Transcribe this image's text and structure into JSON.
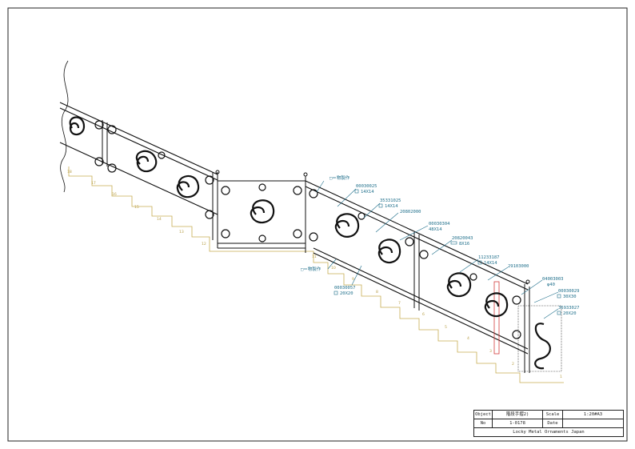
{
  "drawing": {
    "callouts": [
      {
        "id": "c1",
        "code": "□＝物製作",
        "size": ""
      },
      {
        "id": "c2",
        "code": "00030025",
        "size": "14X14"
      },
      {
        "id": "c3",
        "code": "35331025",
        "size": "14X14"
      },
      {
        "id": "c4",
        "code": "20802000",
        "size": ""
      },
      {
        "id": "c5",
        "code": "00030304",
        "size": "48X14"
      },
      {
        "id": "c6",
        "code": "20820043",
        "size": "8X16"
      },
      {
        "id": "c7",
        "code": "11233187",
        "size": "14X14"
      },
      {
        "id": "c8",
        "code": "29103000",
        "size": ""
      },
      {
        "id": "c9",
        "code": "04003003",
        "size": "φ40"
      },
      {
        "id": "c10",
        "code": "00030029",
        "size": "30X30"
      },
      {
        "id": "c11",
        "code": "36933027",
        "size": "20X20"
      },
      {
        "id": "c12",
        "code": "00030057",
        "size": "20X20"
      },
      {
        "id": "c13",
        "code": "□＝物製作",
        "size": ""
      }
    ],
    "steps_upper": [
      "18",
      "17",
      "16",
      "15",
      "14",
      "13",
      "12"
    ],
    "steps_lower": [
      "11",
      "10",
      "9",
      "8",
      "7",
      "6",
      "5",
      "4",
      "3",
      "2",
      "1"
    ]
  },
  "title_block": {
    "object_label": "Object",
    "object_value": "階段手摺2)",
    "scale_label": "Scale",
    "scale_value": "1:20#A3",
    "no_label": "No",
    "no_value": "1-0178",
    "date_label": "Date",
    "date_value": "",
    "company": "Locky Metal Ornaments Japan"
  },
  "colors": {
    "line": "#111111",
    "callout": "#1f6f8b",
    "stair": "#c8ad52",
    "accent": "#d23a3a"
  }
}
